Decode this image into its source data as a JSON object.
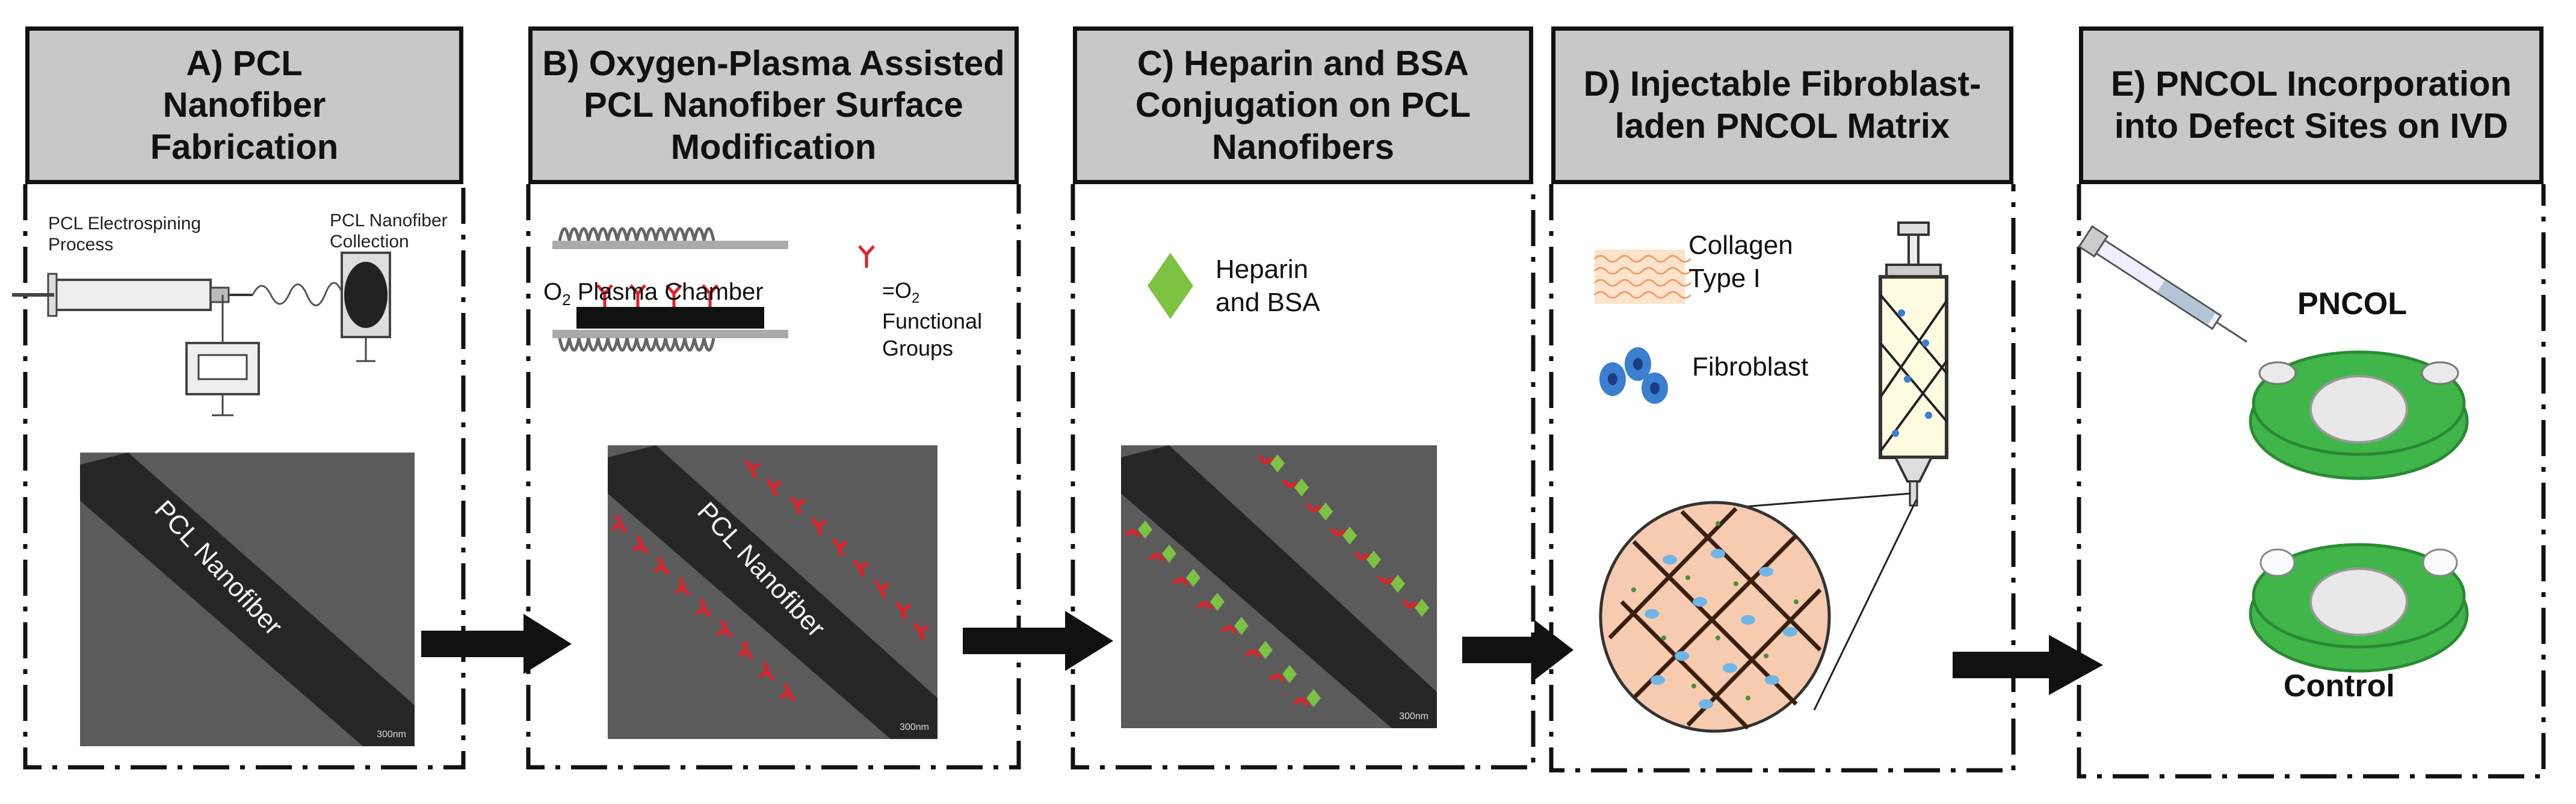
{
  "panels": [
    {
      "id": "A",
      "title": "A) PCL\nNanofiber\nFabrication"
    },
    {
      "id": "B",
      "title": "B) Oxygen-Plasma Assisted\nPCL Nanofiber Surface\nModification"
    },
    {
      "id": "C",
      "title": "C) Heparin and BSA\nConjugation on PCL\nNanofibers"
    },
    {
      "id": "D",
      "title": "D) Injectable Fibroblast-\nladen PNCOL Matrix"
    },
    {
      "id": "E",
      "title": "E) PNCOL Incorporation\ninto Defect Sites on IVD"
    }
  ],
  "panel_a": {
    "process_label": "PCL Electrospining\nProcess",
    "collection_label": "PCL Nanofiber\nCollection",
    "sem_label": "PCL Nanofiber",
    "scale": "300nm"
  },
  "panel_b": {
    "chamber_label_pre": "O",
    "chamber_label_sub": "2",
    "chamber_label_post": " Plasma Chamber",
    "legend_pre": "=O",
    "legend_sub": "2",
    "legend_rest": "Functional\nGroups",
    "sem_label": "PCL Nanofiber",
    "scale": "300nm"
  },
  "panel_c": {
    "legend": "Heparin\nand BSA",
    "scale": "300nm"
  },
  "panel_d": {
    "collagen": "Collagen\nType I",
    "fibroblast": "Fibroblast"
  },
  "panel_e": {
    "top_label": "PNCOL",
    "bottom_label": "Control"
  },
  "colors": {
    "header_bg": "#c8c8c8",
    "red": "#e0202a",
    "green": "#7dc242",
    "disc_green": "#3fb54a",
    "collagen": "#f0a070"
  }
}
